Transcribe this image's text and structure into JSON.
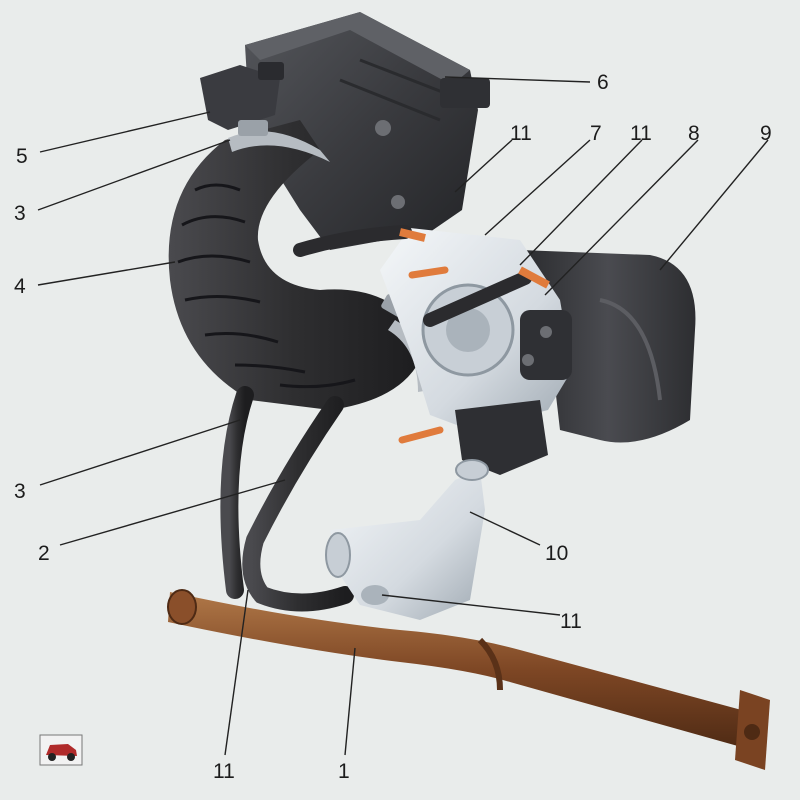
{
  "callouts": {
    "c1": "1",
    "c2": "2",
    "c3a": "3",
    "c3b": "3",
    "c4": "4",
    "c5": "5",
    "c6": "6",
    "c7": "7",
    "c8": "8",
    "c9": "9",
    "c10": "10",
    "c11a": "11",
    "c11b": "11",
    "c11c": "11",
    "c11d": "11"
  },
  "colors": {
    "background": "#e9eceb",
    "rubber": "#2e2e30",
    "air_filter": "#3a3b3f",
    "throttle_body": "#d9dfe4",
    "exhaust_pipe": "#8a4f2a",
    "copper_tube": "#e07b3c"
  },
  "icons": {
    "logo": "car-logo-icon"
  }
}
